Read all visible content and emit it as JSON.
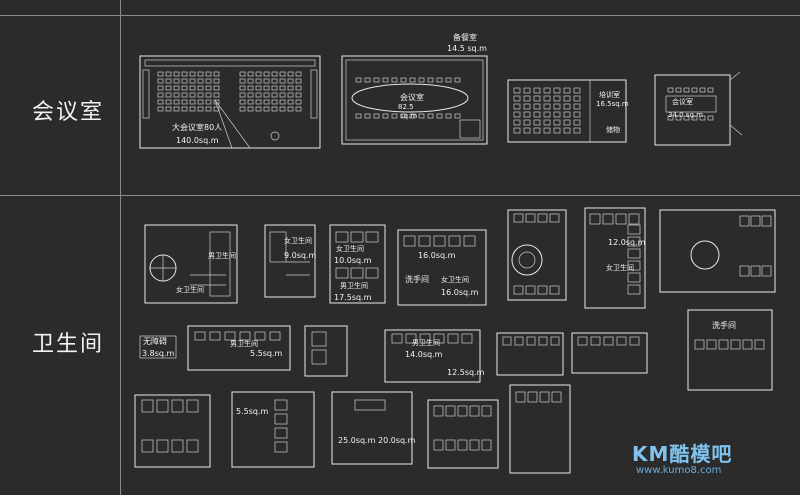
{
  "sections": {
    "meeting_room": "会议室",
    "restroom": "卫生间"
  },
  "meeting_plans": {
    "big_hall": {
      "title": "大会议室80人",
      "area": "140.0sq.m"
    },
    "conference": {
      "title": "会议室",
      "area": "82.5",
      "unit": "sq.m"
    },
    "cloakroom": {
      "title": "备餐室",
      "area": "14.5 sq.m"
    },
    "classroom_side": {
      "title": "培训室",
      "area": "16.5sq.m",
      "extra": "储物"
    },
    "small_room": {
      "title": "会议室",
      "area": "34.0 sq.m"
    }
  },
  "restroom_labels": {
    "a1": "男卫生间",
    "a2": "女卫生间",
    "b1": "9.0sq.m",
    "b2": "女卫生间",
    "c1": "女卫生间",
    "c2": "10.0sq.m",
    "c3": "男卫生间",
    "c4": "17.5sq.m",
    "d1": "16.0sq.m",
    "d2": "洗手间",
    "d3": "女卫生间",
    "d4": "16.0sq.m",
    "e1": "12.0sq.m",
    "e2": "女卫生间",
    "f1": "无障碍",
    "f2": "3.8sq.m",
    "f3": "男卫生间",
    "f4": "5.5sq.m",
    "g1": "男卫生间",
    "g2": "14.0sq.m",
    "g3": "12.5sq.m",
    "h1": "洗手间",
    "i1": "25.0sq.m",
    "i2": "20.0sq.m",
    "j1": "5.5sq.m"
  },
  "logo": {
    "main": "KM酷模吧",
    "sub": "www.kumo8.com"
  },
  "colors": {
    "background": "#2b2b2b",
    "line": "#e9e9e9",
    "logo": "#7fc3ee"
  }
}
